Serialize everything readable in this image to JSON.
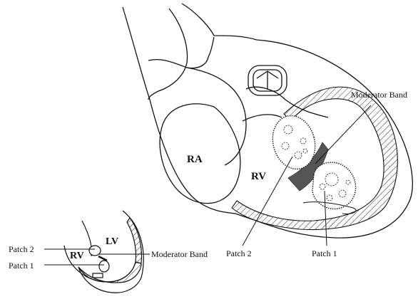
{
  "labels": {
    "ra": "RA",
    "rv_main": "RV",
    "moderator_band_main": "Moderator Band",
    "patch2_main": "Patch 2",
    "patch1_main": "Patch 1",
    "lv_inset": "LV",
    "rv_inset": "RV",
    "patch2_inset": "Patch 2",
    "patch1_inset": "Patch 1",
    "moderator_band_inset": "Moderator Band"
  },
  "colors": {
    "line": "#111111",
    "band": "#555555",
    "background": "#ffffff"
  }
}
